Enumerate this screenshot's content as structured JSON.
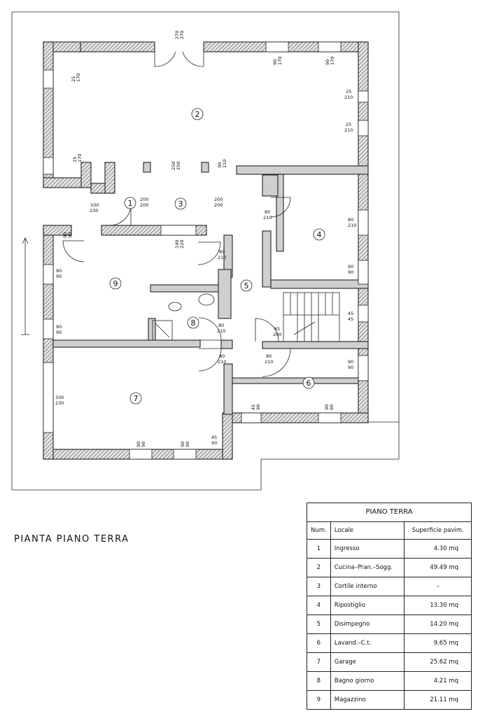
{
  "drawing": {
    "title": "PIANTA PIANO TERRA",
    "rooms": [
      "1",
      "2",
      "3",
      "4",
      "5",
      "6",
      "7",
      "8",
      "9"
    ],
    "dims": {
      "d1": [
        "270",
        "270"
      ],
      "d2": [
        "25",
        "170"
      ],
      "d3": [
        "90",
        "170"
      ],
      "d4": [
        "90",
        "170"
      ],
      "d5": [
        "25",
        "210"
      ],
      "d6": [
        "25",
        "210"
      ],
      "d7": [
        "25",
        "170"
      ],
      "d8": [
        "250",
        "250"
      ],
      "d9": [
        "90",
        "210"
      ],
      "d10": [
        "100",
        "230"
      ],
      "d11": [
        "200",
        "200"
      ],
      "d12": [
        "200",
        "200"
      ],
      "d13": [
        "80",
        "210"
      ],
      "d14": [
        "90",
        "90"
      ],
      "d15": [
        "80",
        "210"
      ],
      "d16": [
        "140",
        "220"
      ],
      "d17": [
        "80",
        "210"
      ],
      "d18": [
        "90",
        "90"
      ],
      "d19": [
        "90",
        "90"
      ],
      "d20": [
        "45",
        "45"
      ],
      "d21": [
        "90",
        "90"
      ],
      "d22": [
        "80",
        "210"
      ],
      "d23": [
        "85",
        "200"
      ],
      "d24": [
        "80",
        "210"
      ],
      "d25": [
        "80",
        "210"
      ],
      "d26": [
        "90",
        "90"
      ],
      "d27": [
        "330",
        "230"
      ],
      "d28": [
        "45",
        "90"
      ],
      "d29": [
        "90",
        "90"
      ],
      "d30": [
        "90",
        "90"
      ],
      "d31": [
        "90",
        "90"
      ],
      "d32": [
        "45",
        "90"
      ]
    }
  },
  "schedule": {
    "title": "PIANO TERRA",
    "headers": [
      "Num.",
      "Locale",
      "Superficie pavim."
    ],
    "rows": [
      [
        "1",
        "Ingresso",
        "4.30 mq"
      ],
      [
        "2",
        "Cucina–Pran.–Sogg.",
        "49.49 mq"
      ],
      [
        "3",
        "Cortile interno",
        "–"
      ],
      [
        "4",
        "Ripostiglio",
        "13.30 mq"
      ],
      [
        "5",
        "Disimpegno",
        "14.20 mq"
      ],
      [
        "6",
        "Lavand.–C.t.",
        "9.65 mq"
      ],
      [
        "7",
        "Garage",
        "25.62 mq"
      ],
      [
        "8",
        "Bagno giorno",
        "4.21 mq"
      ],
      [
        "9",
        "Magazzino",
        "21.11 mq"
      ]
    ]
  }
}
